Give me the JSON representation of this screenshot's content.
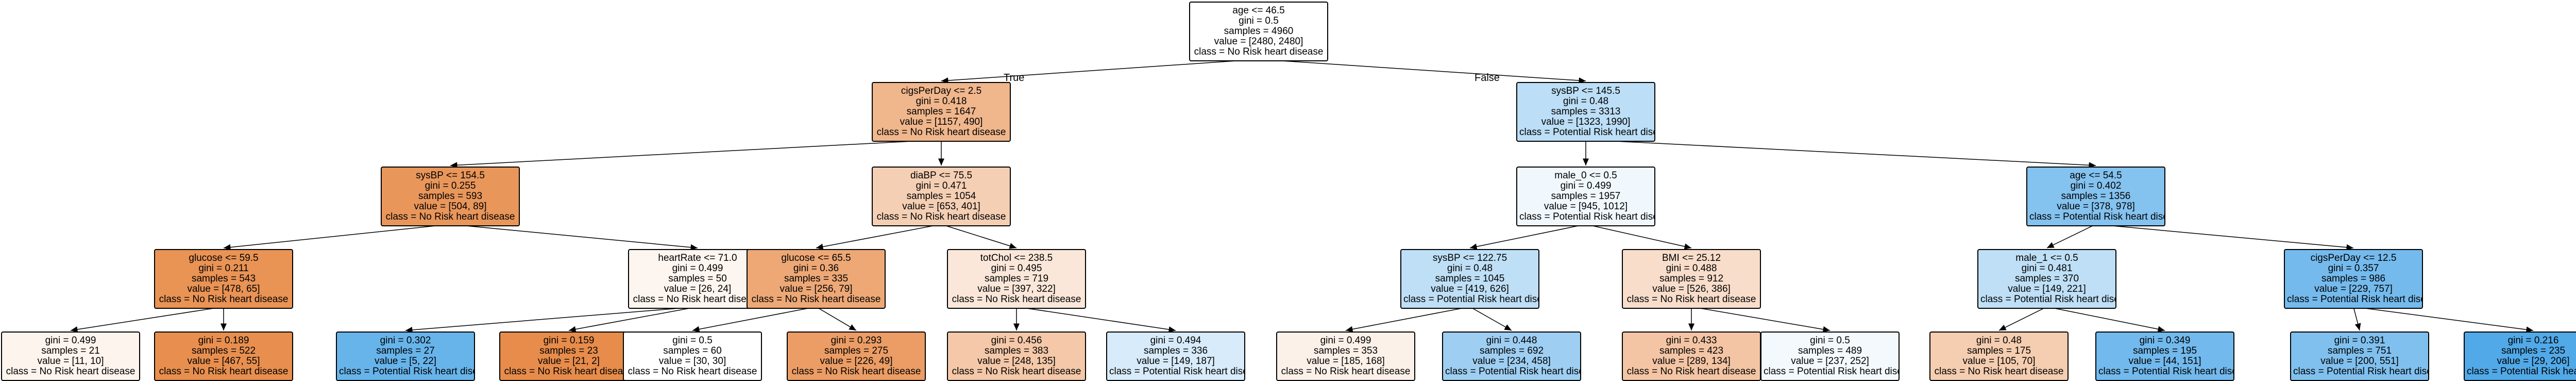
{
  "colors": {
    "no_risk": "#e58139",
    "potential_risk": "#399de5",
    "edge": "#000000",
    "background": "#ffffff"
  },
  "edge_labels": {
    "true_label": "True",
    "false_label": "False"
  },
  "nodes": [
    {
      "id": 0,
      "parent": null,
      "cls": "none",
      "purity": 0.0,
      "lines": [
        "age <= 46.5",
        "gini = 0.5",
        "samples = 4960",
        "value = [2480, 2480]",
        "class = No Risk heart disease"
      ]
    },
    {
      "id": 1,
      "parent": 0,
      "cls": "no",
      "purity": 0.58,
      "lines": [
        "cigsPerDay <= 2.5",
        "gini = 0.418",
        "samples = 1647",
        "value = [1157, 490]",
        "class = No Risk heart disease"
      ]
    },
    {
      "id": 2,
      "parent": 0,
      "cls": "pos",
      "purity": 0.34,
      "lines": [
        "sysBP <= 145.5",
        "gini = 0.48",
        "samples = 3313",
        "value = [1323, 1990]",
        "class = Potential Risk heart disease"
      ]
    },
    {
      "id": 3,
      "parent": 1,
      "cls": "no",
      "purity": 0.83,
      "lines": [
        "sysBP <= 154.5",
        "gini = 0.255",
        "samples = 593",
        "value = [504, 89]",
        "class = No Risk heart disease"
      ]
    },
    {
      "id": 4,
      "parent": 1,
      "cls": "no",
      "purity": 0.38,
      "lines": [
        "diaBP <= 75.5",
        "gini = 0.471",
        "samples = 1054",
        "value = [653, 401]",
        "class = No Risk heart disease"
      ]
    },
    {
      "id": 5,
      "parent": 2,
      "cls": "pos",
      "purity": 0.07,
      "lines": [
        "male_0 <= 0.5",
        "gini = 0.499",
        "samples = 1957",
        "value = [945, 1012]",
        "class = Potential Risk heart disease"
      ]
    },
    {
      "id": 6,
      "parent": 2,
      "cls": "pos",
      "purity": 0.62,
      "lines": [
        "age <= 54.5",
        "gini = 0.402",
        "samples = 1356",
        "value = [378, 978]",
        "class = Potential Risk heart disease"
      ]
    },
    {
      "id": 7,
      "parent": 3,
      "cls": "no",
      "purity": 0.86,
      "lines": [
        "glucose <= 59.5",
        "gini = 0.211",
        "samples = 543",
        "value = [478, 65]",
        "class = No Risk heart disease"
      ]
    },
    {
      "id": 8,
      "parent": 3,
      "cls": "no",
      "purity": 0.08,
      "lines": [
        "heartRate <= 71.0",
        "gini = 0.499",
        "samples = 50",
        "value = [26, 24]",
        "class = No Risk heart disease"
      ]
    },
    {
      "id": 9,
      "parent": 4,
      "cls": "no",
      "purity": 0.69,
      "lines": [
        "glucose <= 65.5",
        "gini = 0.36",
        "samples = 335",
        "value = [256, 79]",
        "class = No Risk heart disease"
      ]
    },
    {
      "id": 10,
      "parent": 4,
      "cls": "no",
      "purity": 0.19,
      "lines": [
        "totChol <= 238.5",
        "gini = 0.495",
        "samples = 719",
        "value = [397, 322]",
        "class = No Risk heart disease"
      ]
    },
    {
      "id": 11,
      "parent": 5,
      "cls": "pos",
      "purity": 0.33,
      "lines": [
        "sysBP <= 122.75",
        "gini = 0.48",
        "samples = 1045",
        "value = [419, 626]",
        "class = Potential Risk heart disease"
      ]
    },
    {
      "id": 12,
      "parent": 5,
      "cls": "no",
      "purity": 0.27,
      "lines": [
        "BMI <= 25.12",
        "gini = 0.488",
        "samples = 912",
        "value = [526, 386]",
        "class = No Risk heart disease"
      ]
    },
    {
      "id": 13,
      "parent": 6,
      "cls": "pos",
      "purity": 0.33,
      "lines": [
        "male_1 <= 0.5",
        "gini = 0.481",
        "samples = 370",
        "value = [149, 221]",
        "class = Potential Risk heart disease"
      ]
    },
    {
      "id": 14,
      "parent": 6,
      "cls": "pos",
      "purity": 0.7,
      "lines": [
        "cigsPerDay <= 12.5",
        "gini = 0.357",
        "samples = 986",
        "value = [229, 757]",
        "class = Potential Risk heart disease"
      ]
    },
    {
      "id": 15,
      "parent": 7,
      "cls": "no",
      "purity": 0.09,
      "lines": [
        "gini = 0.499",
        "samples = 21",
        "value = [11, 10]",
        "class = No Risk heart disease"
      ]
    },
    {
      "id": 16,
      "parent": 7,
      "cls": "no",
      "purity": 0.89,
      "lines": [
        "gini = 0.189",
        "samples = 522",
        "value = [467, 55]",
        "class = No Risk heart disease"
      ]
    },
    {
      "id": 17,
      "parent": 8,
      "cls": "pos",
      "purity": 0.77,
      "lines": [
        "gini = 0.302",
        "samples = 27",
        "value = [5, 22]",
        "class = Potential Risk heart disease"
      ]
    },
    {
      "id": 18,
      "parent": 8,
      "cls": "no",
      "purity": 0.91,
      "lines": [
        "gini = 0.159",
        "samples = 23",
        "value = [21, 2]",
        "class = No Risk heart disease"
      ]
    },
    {
      "id": 19,
      "parent": 9,
      "cls": "none",
      "purity": 0.0,
      "lines": [
        "gini = 0.5",
        "samples = 60",
        "value = [30, 30]",
        "class = No Risk heart disease"
      ]
    },
    {
      "id": 20,
      "parent": 9,
      "cls": "no",
      "purity": 0.78,
      "lines": [
        "gini = 0.293",
        "samples = 275",
        "value = [226, 49]",
        "class = No Risk heart disease"
      ]
    },
    {
      "id": 21,
      "parent": 10,
      "cls": "no",
      "purity": 0.44,
      "lines": [
        "gini = 0.456",
        "samples = 383",
        "value = [248, 135]",
        "class = No Risk heart disease"
      ]
    },
    {
      "id": 22,
      "parent": 10,
      "cls": "pos",
      "purity": 0.2,
      "lines": [
        "gini = 0.494",
        "samples = 336",
        "value = [149, 187]",
        "class = Potential Risk heart disease"
      ]
    },
    {
      "id": 23,
      "parent": 11,
      "cls": "no",
      "purity": 0.11,
      "lines": [
        "gini = 0.499",
        "samples = 353",
        "value = [185, 168]",
        "class = No Risk heart disease"
      ]
    },
    {
      "id": 24,
      "parent": 11,
      "cls": "pos",
      "purity": 0.49,
      "lines": [
        "gini = 0.448",
        "samples = 692",
        "value = [234, 458]",
        "class = Potential Risk heart disease"
      ]
    },
    {
      "id": 25,
      "parent": 12,
      "cls": "no",
      "purity": 0.46,
      "lines": [
        "gini = 0.433",
        "samples = 423",
        "value = [289, 134]",
        "class = No Risk heart disease"
      ]
    },
    {
      "id": 26,
      "parent": 12,
      "cls": "pos",
      "purity": 0.06,
      "lines": [
        "gini = 0.5",
        "samples = 489",
        "value = [237, 252]",
        "class = Potential Risk heart disease"
      ]
    },
    {
      "id": 27,
      "parent": 13,
      "cls": "no",
      "purity": 0.4,
      "lines": [
        "gini = 0.48",
        "samples = 175",
        "value = [105, 70]",
        "class = No Risk heart disease"
      ]
    },
    {
      "id": 28,
      "parent": 13,
      "cls": "pos",
      "purity": 0.71,
      "lines": [
        "gini = 0.349",
        "samples = 195",
        "value = [44, 151]",
        "class = Potential Risk heart disease"
      ]
    },
    {
      "id": 29,
      "parent": 14,
      "cls": "pos",
      "purity": 0.64,
      "lines": [
        "gini = 0.391",
        "samples = 751",
        "value = [200, 551]",
        "class = Potential Risk heart disease"
      ]
    },
    {
      "id": 30,
      "parent": 14,
      "cls": "pos",
      "purity": 0.88,
      "lines": [
        "gini = 0.216",
        "samples = 235",
        "value = [29, 206]",
        "class = Potential Risk heart disease"
      ]
    }
  ]
}
